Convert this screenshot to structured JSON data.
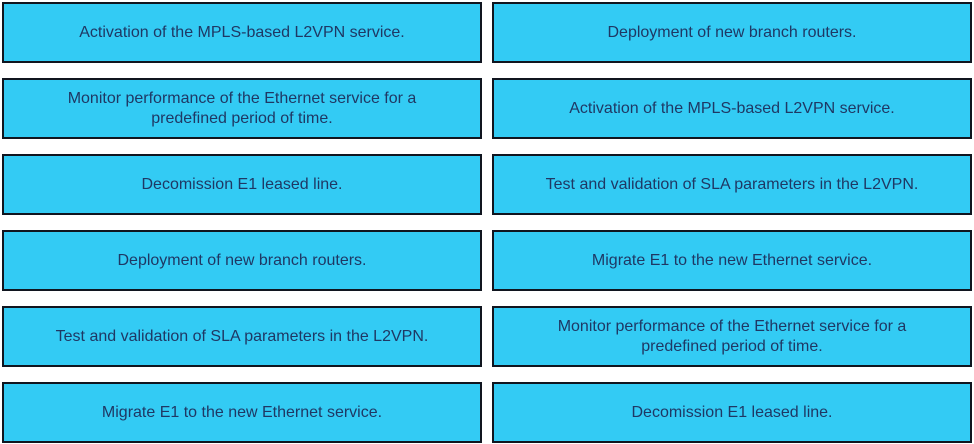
{
  "colors": {
    "card_fill": "#33CBF4",
    "card_border": "#10151f",
    "card_text": "#1F3864",
    "background": "#FFFFFF"
  },
  "left_column": {
    "items": [
      "Activation of the MPLS-based L2VPN service.",
      "Monitor performance of the Ethernet service for a predefined period of time.",
      "Decomission E1 leased line.",
      "Deployment of new branch routers.",
      "Test and validation of SLA parameters in the L2VPN.",
      "Migrate E1 to the new Ethernet service."
    ]
  },
  "right_column": {
    "items": [
      "Deployment of new branch routers.",
      "Activation of the MPLS-based L2VPN service.",
      "Test and validation of SLA parameters in the L2VPN.",
      "Migrate E1 to the new Ethernet service.",
      "Monitor performance of the Ethernet service for a predefined period of time.",
      "Decomission E1 leased line."
    ]
  }
}
